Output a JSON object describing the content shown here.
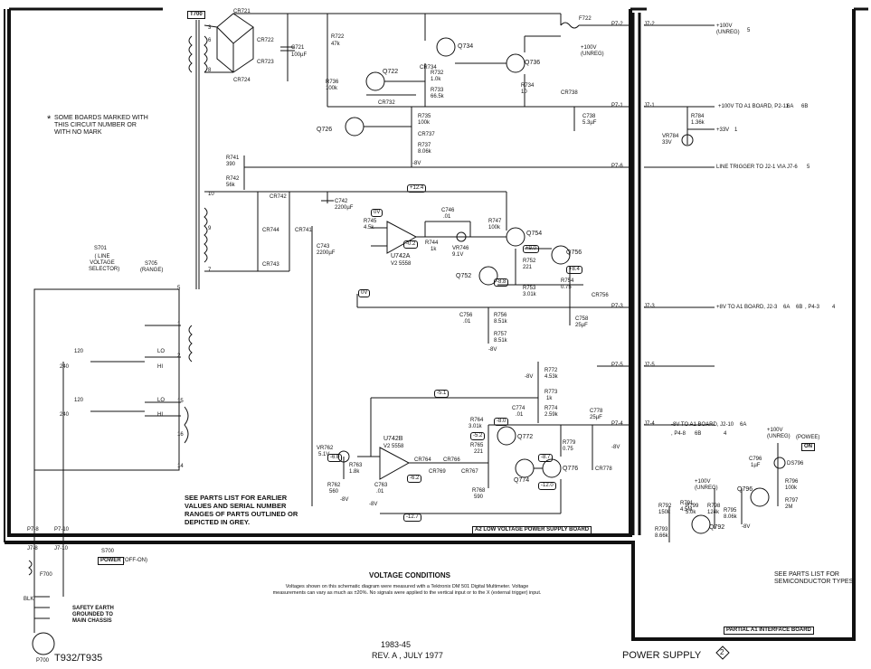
{
  "footer": {
    "model": "T932/T935",
    "doc_number": "1983-45",
    "revision": "REV. A , JULY 1977",
    "title": "POWER SUPPLY",
    "page_diamond": "2"
  },
  "notes": {
    "asterisk": "*",
    "marked": "SOME BOARDS MARKED WITH THIS CIRCUIT NUMBER OR WITH NO MARK",
    "parts_list": "SEE PARTS LIST FOR EARLIER VALUES AND SERIAL NUMBER RANGES OF PARTS OUTLINED OR DEPICTED IN GREY.",
    "semiconductor": "SEE PARTS LIST FOR SEMICONDUCTOR TYPES.",
    "voltage_title": "VOLTAGE CONDITIONS",
    "voltage_text": "Voltages shown on this schematic diagram were measured with a Tektronix DM 501 Digital Multimeter. Voltage measurements can vary as much as ±20%. No signals were applied to the vertical input or to the X (external trigger) input.",
    "safety_earth": "SAFETY EARTH GROUNDED TO MAIN CHASSIS"
  },
  "boards": {
    "a2": "A2 LOW VOLTAGE POWER SUPPLY BOARD",
    "a1": "PARTIAL A1 INTERFACE BOARD"
  },
  "switches": {
    "s701": "S701",
    "s701_desc": "( LINE VOLTAGE SELECTOR)",
    "s705": "S705",
    "s705_desc": "(RANGE)",
    "s700": "S700",
    "power": "POWER",
    "off_on": "(OFF-ON)",
    "v120a": "120",
    "v240a": "240",
    "v120b": "120",
    "v240b": "240",
    "lo_a": "LO",
    "hi_a": "HI",
    "lo_b": "LO",
    "hi_b": "HI"
  },
  "outputs": {
    "plus100_unreg": "+100V (UNREG)",
    "plus100_a1": "+100V TO A1 BOARD, P2-11",
    "plus33": "+33V",
    "line_trigger": "LINE TRIGGER TO J2-1 VIA J7-6",
    "plus8": "+8V TO A1 BOARD, J2-3",
    "plus8_tail": ", P4-3",
    "minus8": "-8V TO A1 BOARD, J2-10",
    "minus8_tail": ", P4-8"
  },
  "connectors": {
    "p7_2": "P7-2",
    "j7_2": "J7-2",
    "p7_1": "P7-1",
    "j7_1": "J7-1",
    "p7_6": "P7-6",
    "p7_3": "P7-3",
    "j7_3": "J7-3",
    "p7_5": "P7-5",
    "j7_5": "J7-5",
    "p7_4": "P7-4",
    "j7_4": "J7-4",
    "p7_8": "P7-8",
    "p7_10": "P7-10",
    "j7_8": "J7-8",
    "j7_10": "J7-10",
    "p700": "P700",
    "f700": "F700",
    "f722": "F722",
    "blk": "BLK",
    "t700": "T700"
  },
  "transformer_pins": [
    "3",
    "6",
    "8",
    "10",
    "9",
    "7",
    "5",
    "1",
    "2",
    "15",
    "16",
    "14"
  ],
  "components": {
    "cr721": "CR721",
    "cr722": "CR722",
    "cr723": "CR723",
    "cr724": "CR724",
    "c721": "C721",
    "c721v": "100µF",
    "r722": "R722",
    "r722v": "47k",
    "q734": "Q734",
    "q722": "Q722",
    "q736": "Q736",
    "q726": "Q726",
    "cr734": "CR734",
    "cr732": "CR732",
    "r732": "R732",
    "r732v": "1.0k",
    "r733": "R733",
    "r733v": "66.5k",
    "r734": "R734",
    "r734v": "10",
    "cr738": "CR738",
    "r736": "R736",
    "r736v": "100k",
    "r735": "R735",
    "r735v": "100k",
    "cr737": "CR737",
    "r737": "R737",
    "r737v": "8.06k",
    "c738": "C738",
    "c738v": "5.3µF",
    "r784": "R784",
    "r784v": "1.36k",
    "vr784": "VR784",
    "vr784v": "33V",
    "r741": "R741",
    "r741v": "390",
    "r742": "R742",
    "r742v": "56k",
    "cr742": "CR742",
    "cr744": "CR744",
    "cr741": "CR741",
    "cr743": "CR743",
    "c742": "C742",
    "c742v": "2200µF",
    "c743": "C743",
    "c743v": "2200µF",
    "u742a": "U742A",
    "u742a_type": "V2 5558",
    "u742b": "U742B",
    "u742b_type": "V2 5558",
    "r745": "R745",
    "r745v": "4.5k",
    "c746": "C746",
    "c746v": ".01",
    "r744": "R744",
    "r744v": "1k",
    "vr746": "VR746",
    "vr746v": "9.1V",
    "r747": "R747",
    "r747v": "100k",
    "q754": "Q754",
    "q756": "Q756",
    "q752": "Q752",
    "r752": "R752",
    "r752v": "221",
    "r753": "R753",
    "r753v": "3.01k",
    "r754": "R754",
    "r754v": "0.75",
    "cr756": "CR756",
    "c756": "C756",
    "c756v": ".01",
    "r756": "R756",
    "r756v": "8.51k",
    "r757": "R757",
    "r757v": "8.51k",
    "c758": "C758",
    "c758v": "25µF",
    "r772": "R772",
    "r772v": "4.53k",
    "r773": "R773",
    "r773v": "1k",
    "c774": "C774",
    "c774v": ".01",
    "r774": "R774",
    "r774v": "2.59k",
    "c778": "C778",
    "c778v": "25µF",
    "r764": "R764",
    "r764v": "3.01k",
    "r765": "R765",
    "r765v": "221",
    "q772": "Q772",
    "q774": "Q774",
    "q776": "Q776",
    "r779": "R779",
    "r779v": "0.75",
    "cr778": "CR778",
    "vr762": "VR762",
    "vr762v": "5.1V",
    "r763": "R763",
    "r763v": "1.8k",
    "cr764": "CR764",
    "cr766": "CR766",
    "cr767": "CR767",
    "cr769": "CR769",
    "r762": "R762",
    "r762v": "560",
    "c763": "C763",
    "c763v": ".01",
    "r768": "R768",
    "r768v": "590",
    "c796": "C796",
    "c796v": "1µF",
    "ds796": "DS796",
    "r796": "R796",
    "r796v": "100k",
    "r797": "R797",
    "r797v": "2M",
    "q796": "Q796",
    "q792": "Q792",
    "r799": "R799",
    "r799v": "5.0k",
    "r798": "R798",
    "r798v": "124k",
    "r791": "R791",
    "r791v": "4.5M",
    "r792": "R792",
    "r792v": "150k",
    "r793": "R793",
    "r793v": "8.66k",
    "r795": "R795",
    "r795v": "8.06k",
    "plus100_unreg_note": "+100V (UNREG)",
    "plus100_unreg_note2": "+100V (UNREG)",
    "plus100_unreg_note3": "+100V (UNREG)",
    "powee": "(POWEE)",
    "on": "ON"
  },
  "voltages": {
    "v12_4": "+12.4",
    "v0_a": "0V",
    "v0_2": "-0.2",
    "v9_0": "+9.0",
    "v8_4": "+8.4",
    "v8_8": "-8.8",
    "v0_b": "0V",
    "v5_1": "-5.1",
    "v8_0": "-8.0",
    "v5_2": "-5.2",
    "v6_0": "-6.0",
    "v6_2": "-6.2",
    "v8_7": "-8.7",
    "v12_0": "-12.0",
    "v12_7": "-12.7",
    "m8v_a": "-8V",
    "m8v_b": "-8V",
    "m8v_c": "-8V",
    "m8v_d": "-8V",
    "m8v_e": "-8V",
    "m8v_f": "-8V",
    "m8v_g": "-8V"
  },
  "diamond_refs": {
    "plus100_unreg": "5",
    "a1_a": "6A",
    "a1_b": "6B",
    "plus33": "1",
    "line_trig": "5",
    "j2_3a": "6A",
    "j2_3b": "6B",
    "p4_3": "4",
    "j2_10a": "6A",
    "j2_10b": "6B",
    "p4_8": "4"
  }
}
